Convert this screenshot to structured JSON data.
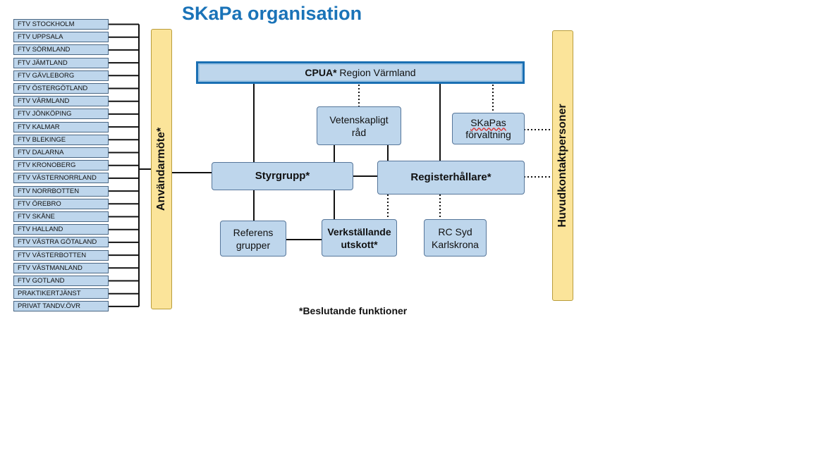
{
  "title": "SKaPa organisation",
  "ftv_units": [
    "FTV STOCKHOLM",
    "FTV UPPSALA",
    "FTV  SÖRMLAND",
    "FTV  JÄMTLAND",
    "FTV  GÄVLEBORG",
    "FTV  ÖSTERGÖTLAND",
    "FTV  VÄRMLAND",
    "FTV  JÖNKÖPING",
    "FTV  KALMAR",
    "FTV  BLEKINGE",
    "FTV  DALARNA",
    "FTV  KRONOBERG",
    "FTV  VÄSTERNORRLAND",
    "FTV  NORRBOTTEN",
    "FTV  ÖREBRO",
    "FTV  SKÅNE",
    "FTV  HALLAND",
    "FTV  VÄSTRA GÖTALAND",
    "FTV  VÄSTERBOTTEN",
    "FTV  VÄSTMANLAND",
    "FTV GOTLAND",
    "PRAKTIKERTJÄNST",
    "PRIVAT TANDV.ÖVR"
  ],
  "anvandarmote": "Användarmöte*",
  "huvudkontakt": "Huvudkontaktpersoner",
  "cpua": {
    "bold": "CPUA*",
    "rest": " Region Värmland"
  },
  "vetenskapligt": {
    "line1": "Vetenskapligt",
    "line2": "råd"
  },
  "skapas": {
    "line1": "SKaPas",
    "line2": "förvaltning"
  },
  "styrgrupp": "Styrgrupp*",
  "registerhallare": "Registerhållare*",
  "referens": {
    "line1": "Referens",
    "line2": "grupper"
  },
  "verkstallande": {
    "line1": "Verkställande",
    "line2": "utskott*"
  },
  "rcsyd": {
    "line1": "RC Syd",
    "line2": "Karlskrona"
  },
  "note": "*Beslutande funktioner",
  "colors": {
    "box_fill": "#bed6ec",
    "bar_fill": "#fbe49a",
    "title": "#1a73b8",
    "cpua_border": "#1a6fb3"
  }
}
